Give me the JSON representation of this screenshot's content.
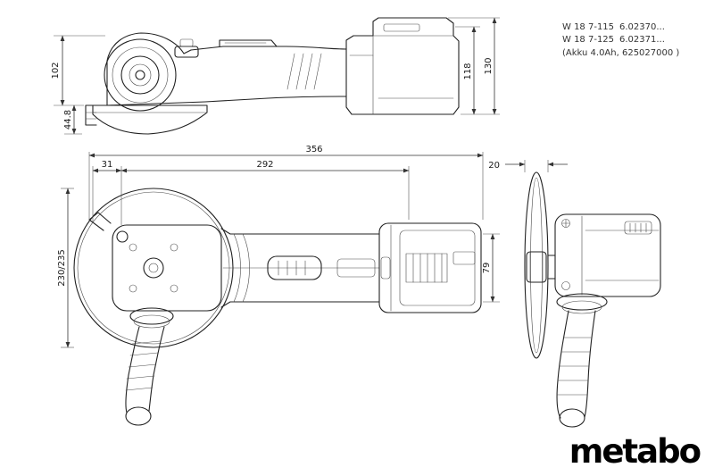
{
  "header": {
    "rows": [
      {
        "model": "W 18 7-115",
        "order": "6.02370..."
      },
      {
        "model": "W 18 7-125",
        "order": "6.02371..."
      }
    ],
    "battery_note": "(Akku 4.0Ah, 625027000 )"
  },
  "dims": {
    "side_height_body": "102",
    "side_height_guard": "44.8",
    "side_height_battery": "118",
    "side_height_total": "130",
    "top_len_head": "31",
    "top_len_body": "292",
    "top_len_total": "356",
    "top_disc_diameter": "230/235",
    "top_body_width": "79",
    "front_disc_thickness": "20"
  },
  "logo": {
    "text": "metabo"
  }
}
